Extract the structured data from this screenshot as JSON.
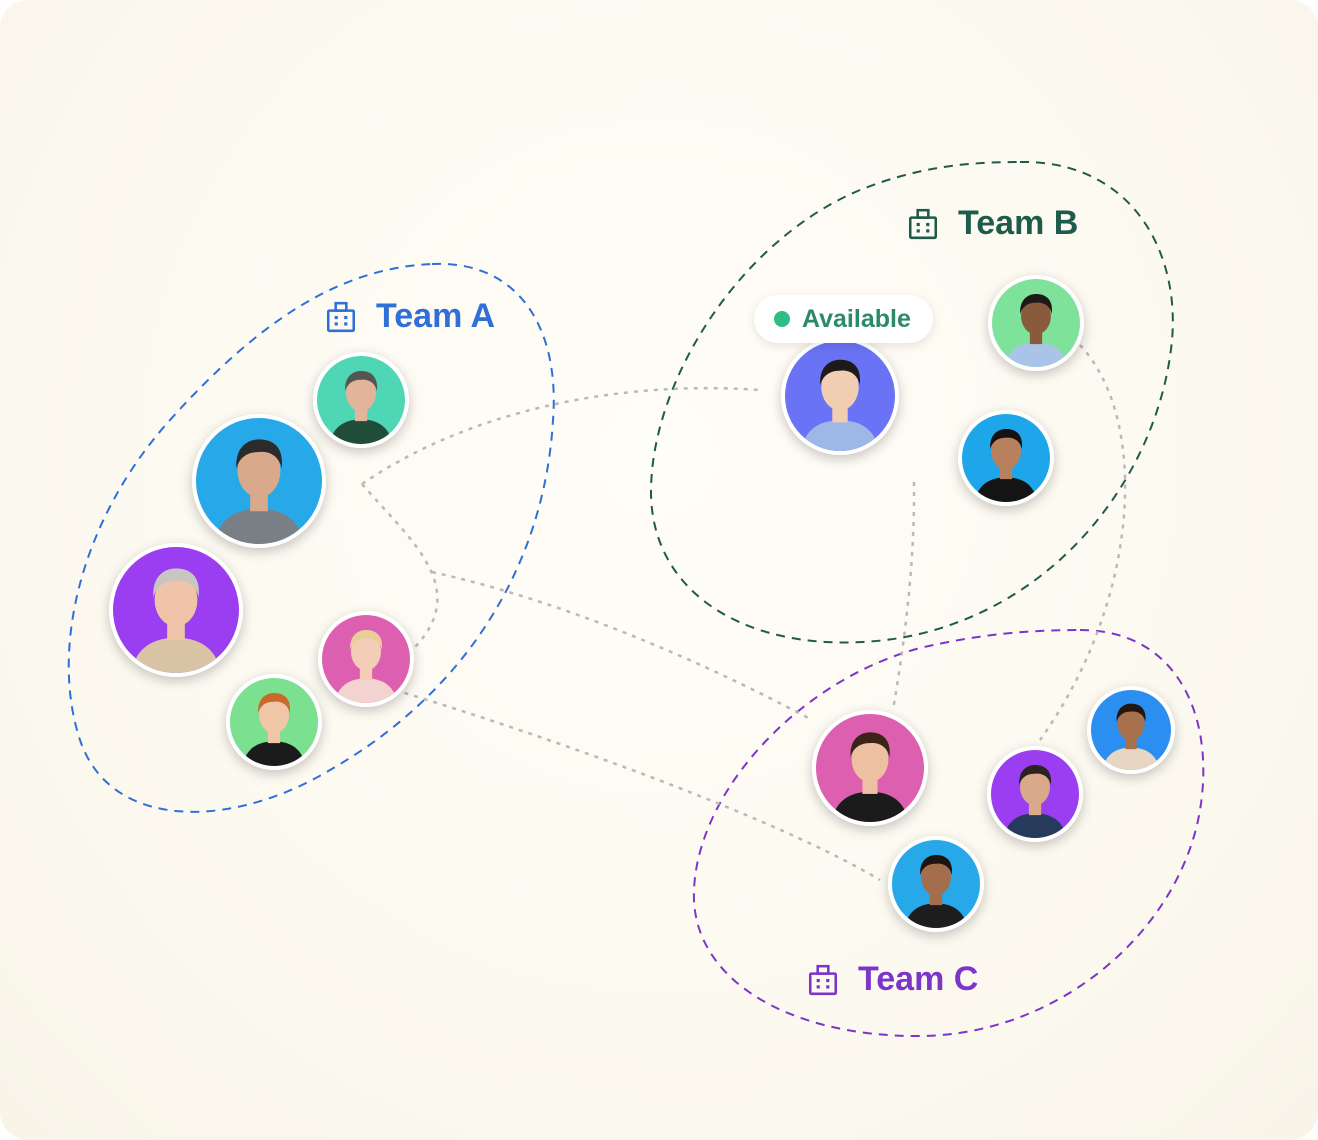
{
  "colors": {
    "team_a": "#2f6fd6",
    "team_b": "#1f5b4a",
    "team_c": "#7b35c9",
    "connector": "#b9b9b9",
    "available": "#2ebd85"
  },
  "teams": [
    {
      "id": "a",
      "label": "Team A",
      "icon": "building-icon"
    },
    {
      "id": "b",
      "label": "Team B",
      "icon": "building-icon"
    },
    {
      "id": "c",
      "label": "Team C",
      "icon": "building-icon"
    }
  ],
  "status_badge": {
    "label": "Available",
    "icon": "status-dot-icon"
  },
  "members": [
    {
      "team": "a",
      "bg": "#4fd6b5",
      "skin": "#e0b59a",
      "hair": "#555555",
      "shirt": "#1f4d3a"
    },
    {
      "team": "a",
      "bg": "#27a8e8",
      "skin": "#d9a98c",
      "hair": "#2b2b2b",
      "shirt": "#7a7f86"
    },
    {
      "team": "a",
      "bg": "#9b3df0",
      "skin": "#efc4a8",
      "hair": "#c9c5c0",
      "shirt": "#d8c3a5"
    },
    {
      "team": "a",
      "bg": "#dd5fb0",
      "skin": "#f3cdb6",
      "hair": "#e8cf9a",
      "shirt": "#f2d3cf"
    },
    {
      "team": "a",
      "bg": "#7be08f",
      "skin": "#f1c6a8",
      "hair": "#c96a2c",
      "shirt": "#1b1b1b"
    },
    {
      "team": "b",
      "bg": "#6a72f5",
      "skin": "#f1cdb2",
      "hair": "#1e1a1a",
      "shirt": "#9db7e6"
    },
    {
      "team": "b",
      "bg": "#7ee29a",
      "skin": "#8a5a3c",
      "hair": "#1e1a1a",
      "shirt": "#a9c4e8"
    },
    {
      "team": "b",
      "bg": "#1ea6ea",
      "skin": "#b9805d",
      "hair": "#141212",
      "shirt": "#141414"
    },
    {
      "team": "c",
      "bg": "#dd5fb0",
      "skin": "#eec0a2",
      "hair": "#3a2418",
      "shirt": "#1b1b1b"
    },
    {
      "team": "c",
      "bg": "#2a8ff0",
      "skin": "#a8714d",
      "hair": "#24160f",
      "shirt": "#e6d6c2"
    },
    {
      "team": "c",
      "bg": "#9b3df0",
      "skin": "#d9a98c",
      "hair": "#2b2320",
      "shirt": "#263a5c"
    },
    {
      "team": "c",
      "bg": "#27a8e8",
      "skin": "#a46e4c",
      "hair": "#1c1410",
      "shirt": "#1d1d1d"
    }
  ]
}
